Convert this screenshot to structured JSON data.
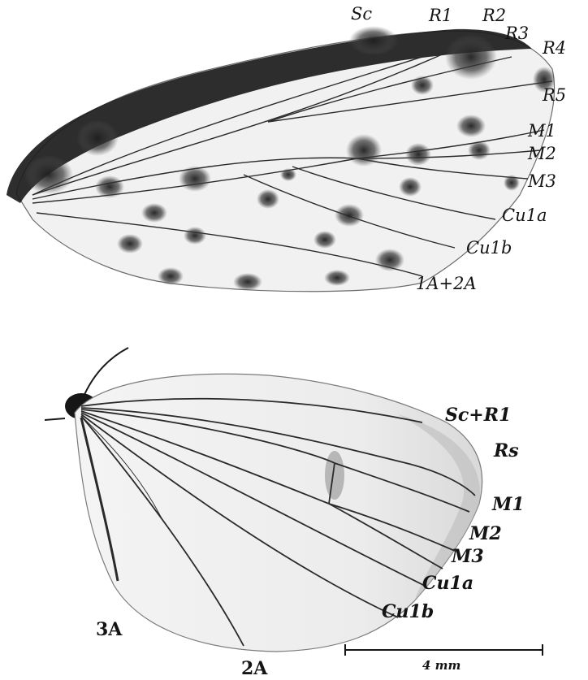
{
  "figure": {
    "forewing": {
      "vein_labels": [
        "Sc",
        "R1",
        "R2",
        "R3",
        "R4",
        "R5",
        "M1",
        "M2",
        "M3",
        "Cu1a",
        "Cu1b",
        "1A+2A"
      ]
    },
    "hindwing": {
      "vein_labels": [
        "Sc+R1",
        "Rs",
        "M1",
        "M2",
        "M3",
        "Cu1a",
        "Cu1b",
        "3A",
        "2A"
      ]
    },
    "scale_bar": {
      "label": "4 mm"
    },
    "colors": {
      "ink": "#141414",
      "wing_fill": "#efefef",
      "spot": "#3a3a3a"
    }
  }
}
